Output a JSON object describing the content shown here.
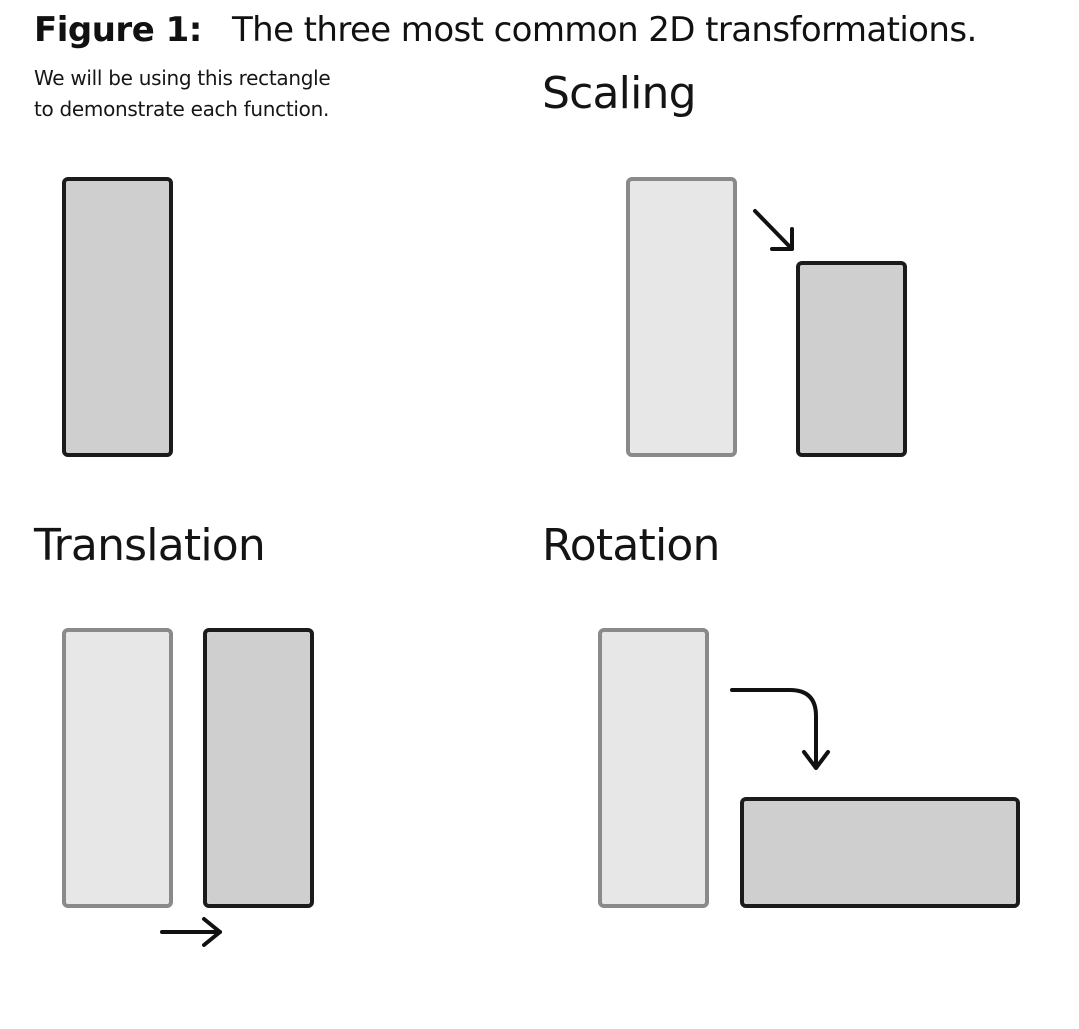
{
  "figure": {
    "label": "Figure 1:",
    "caption": "The three most common 2D transformations."
  },
  "intro": {
    "line1": "We will be using this rectangle",
    "line2": "to demonstrate each function."
  },
  "sections": {
    "scaling": {
      "title": "Scaling"
    },
    "translation": {
      "title": "Translation"
    },
    "rotation": {
      "title": "Rotation"
    }
  },
  "colors": {
    "original_fill": "#e7e7e7",
    "original_stroke": "#8a8a8a",
    "transformed_fill": "#cfcfcf",
    "transformed_stroke": "#1b1b1b",
    "arrow": "#111111"
  }
}
